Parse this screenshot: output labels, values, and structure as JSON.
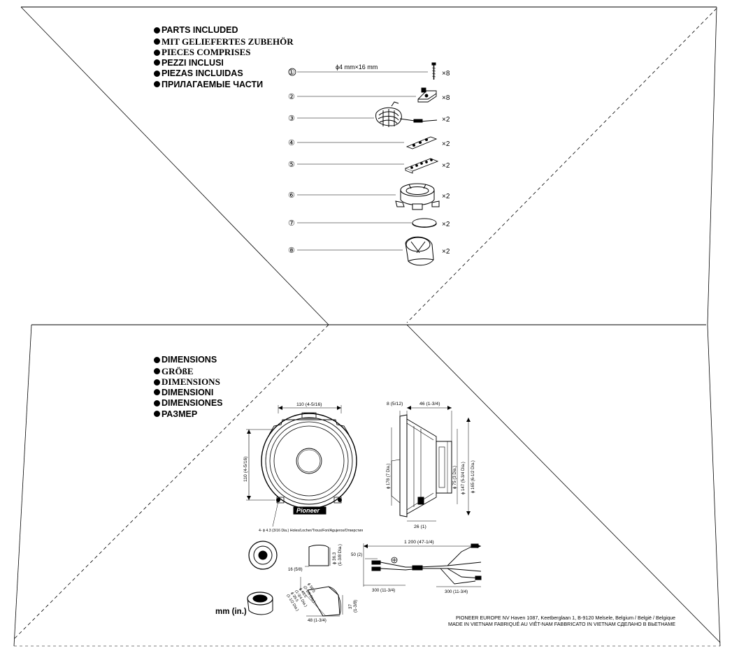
{
  "parts_section": {
    "headings": [
      {
        "text": "PARTS INCLUDED",
        "serif": false
      },
      {
        "text": "MIT GELIEFERTES ZUBEHÖR",
        "serif": true
      },
      {
        "text": "PIECES COMPRISES",
        "serif": true
      },
      {
        "text": "PEZZI INCLUSI",
        "serif": false
      },
      {
        "text": "PIEZAS INCLUIDAS",
        "serif": false
      },
      {
        "text": "ПРИЛАГАЕМЫЕ ЧАСТИ",
        "serif": false
      }
    ],
    "screw_size": "ϕ4 mm×16 mm",
    "parts": [
      {
        "num": "①",
        "qty": "×8",
        "icon": "screw-icon"
      },
      {
        "num": "②",
        "qty": "×8",
        "icon": "bracket-icon"
      },
      {
        "num": "③",
        "qty": "×2",
        "icon": "network-crossover-icon"
      },
      {
        "num": "④",
        "qty": "×2",
        "icon": "plate-icon"
      },
      {
        "num": "⑤",
        "qty": "×2",
        "icon": "plate-long-icon"
      },
      {
        "num": "⑥",
        "qty": "×2",
        "icon": "tweeter-mount-icon"
      },
      {
        "num": "⑦",
        "qty": "×2",
        "icon": "disc-icon"
      },
      {
        "num": "⑧",
        "qty": "×2",
        "icon": "angled-tweeter-cup-icon"
      }
    ]
  },
  "dimensions_section": {
    "headings": [
      {
        "text": "DIMENSIONS",
        "serif": false
      },
      {
        "text": "GRÖßE",
        "serif": true
      },
      {
        "text": "DIMENSIONS",
        "serif": true
      },
      {
        "text": "DIMENSIONI",
        "serif": false
      },
      {
        "text": "DIMENSIONES",
        "serif": false
      },
      {
        "text": "РАЗМЕР",
        "serif": false
      }
    ],
    "front_view": {
      "width_label": "110 (4-5/16)",
      "height_label": "110 (4-5/16)",
      "holes_label": "4- ϕ 4.3 (3/16 Dia.) Holes/Locher/Trous/Fori/Agujeros/Отверстия",
      "brand": "Pioneer"
    },
    "side_view": {
      "top_left": "8 (5/12)",
      "top_right": "46 (1-3/4)",
      "dia_outer": "ϕ 178 (7 Dia.)",
      "dia_magnet": "ϕ 75 (3 Dia.)",
      "dia_frame": "ϕ 147 (5-3/4 Dia.)",
      "dia_total": "ϕ 165 (6-1/2 Dia.)",
      "bottom": "26 (1)"
    },
    "tweeter": {
      "dia_label": "ϕ 36.3",
      "dia_label_in": "(1-3/8 Dia.)",
      "depth_label": "16 (5/8)",
      "angle_labels": [
        "ϕ 56.5",
        "(2-1/8 Dia.)",
        "ϕ 43.5",
        "(1-3/4 Dia.)",
        "ϕ 39.5",
        "(1-1/2 Dia.)"
      ],
      "height_label": "37",
      "height_label_in": "(1-3/8)",
      "width_label": "48 (1-3/4)"
    },
    "cable": {
      "total": "1 200 (47-1/4)",
      "short": "50 (2)",
      "left": "300 (11-3/4)",
      "right": "300 (11-3/4)"
    },
    "units": "mm (in.)"
  },
  "footer": {
    "line1": "PIONEER EUROPE NV  Haven 1087, Keetberglaan 1, B-9120 Melsele, Belgium / België / Belgique",
    "line2": "MADE IN VIETNAM  FABRIQUÉ AU VIÊT-NAM  FABBRICATO IN VIETNAM  СДЕЛАНО В ВЬЕТНАМЕ"
  }
}
